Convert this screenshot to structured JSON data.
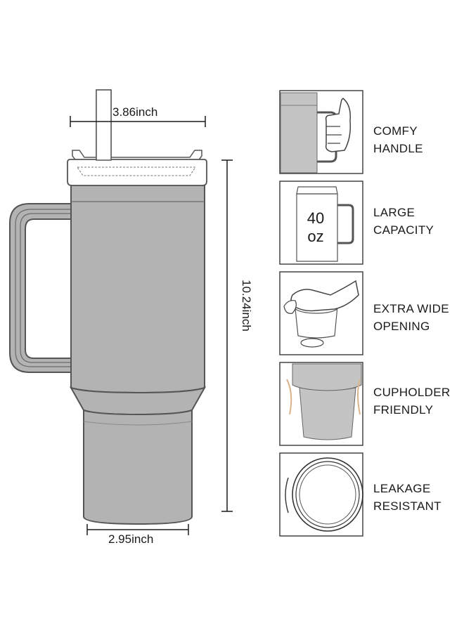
{
  "dimensions": {
    "top_width": "3.86inch",
    "height": "10.24inch",
    "bottom_width": "2.95inch"
  },
  "features": [
    {
      "line1": "COMFY",
      "line2": "HANDLE",
      "icon": "hand-holding-handle-icon"
    },
    {
      "line1": "LARGE",
      "line2": "CAPACITY",
      "icon": "tumbler-capacity-icon"
    },
    {
      "line1": "EXTRA WIDE",
      "line2": "OPENING",
      "icon": "hand-in-opening-icon"
    },
    {
      "line1": "CUPHOLDER",
      "line2": "FRIENDLY",
      "icon": "cupholder-icon"
    },
    {
      "line1": "LEAKAGE",
      "line2": "RESISTANT",
      "icon": "lid-seal-icon"
    }
  ],
  "capacity_badge": {
    "number": "40",
    "unit": "oz"
  },
  "colors": {
    "tumbler_fill": "#b3b3b3",
    "tumbler_stroke": "#555555",
    "line": "#1a1a1a"
  }
}
